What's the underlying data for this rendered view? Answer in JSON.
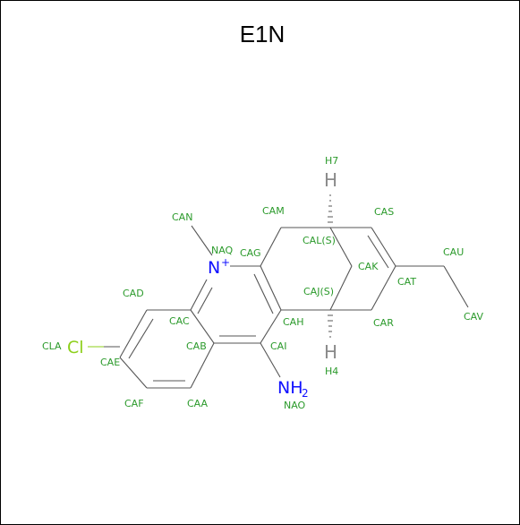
{
  "title": "E1N",
  "atoms": {
    "N_ring": "N",
    "N_charge": "+",
    "NH2_main": "NH",
    "NH2_sub": "2",
    "Cl": "Cl",
    "H_top": "H",
    "H_bottom": "H"
  },
  "labels": {
    "H7": "H7",
    "CAM": "CAM",
    "CAS": "CAS",
    "CAN": "CAN",
    "NAQ": "NAQ",
    "CAG": "CAG",
    "CAL": "CAL(S)",
    "CAU": "CAU",
    "CAK": "CAK",
    "CAT": "CAT",
    "CAD": "CAD",
    "CAJ": "CAJ(S)",
    "CAR": "CAR",
    "CAV": "CAV",
    "CAC": "CAC",
    "CAH": "CAH",
    "CLA": "CLA",
    "CAB": "CAB",
    "CAI": "CAI",
    "CAE": "CAE",
    "H4": "H4",
    "CAF": "CAF",
    "CAA": "CAA",
    "NAO": "NAO"
  },
  "colors": {
    "label": "#2b9a2b",
    "nitrogen": "#1010ff",
    "chlorine": "#8ccf1a",
    "hydrogen": "#8a8a8a",
    "bond": "#555555"
  }
}
